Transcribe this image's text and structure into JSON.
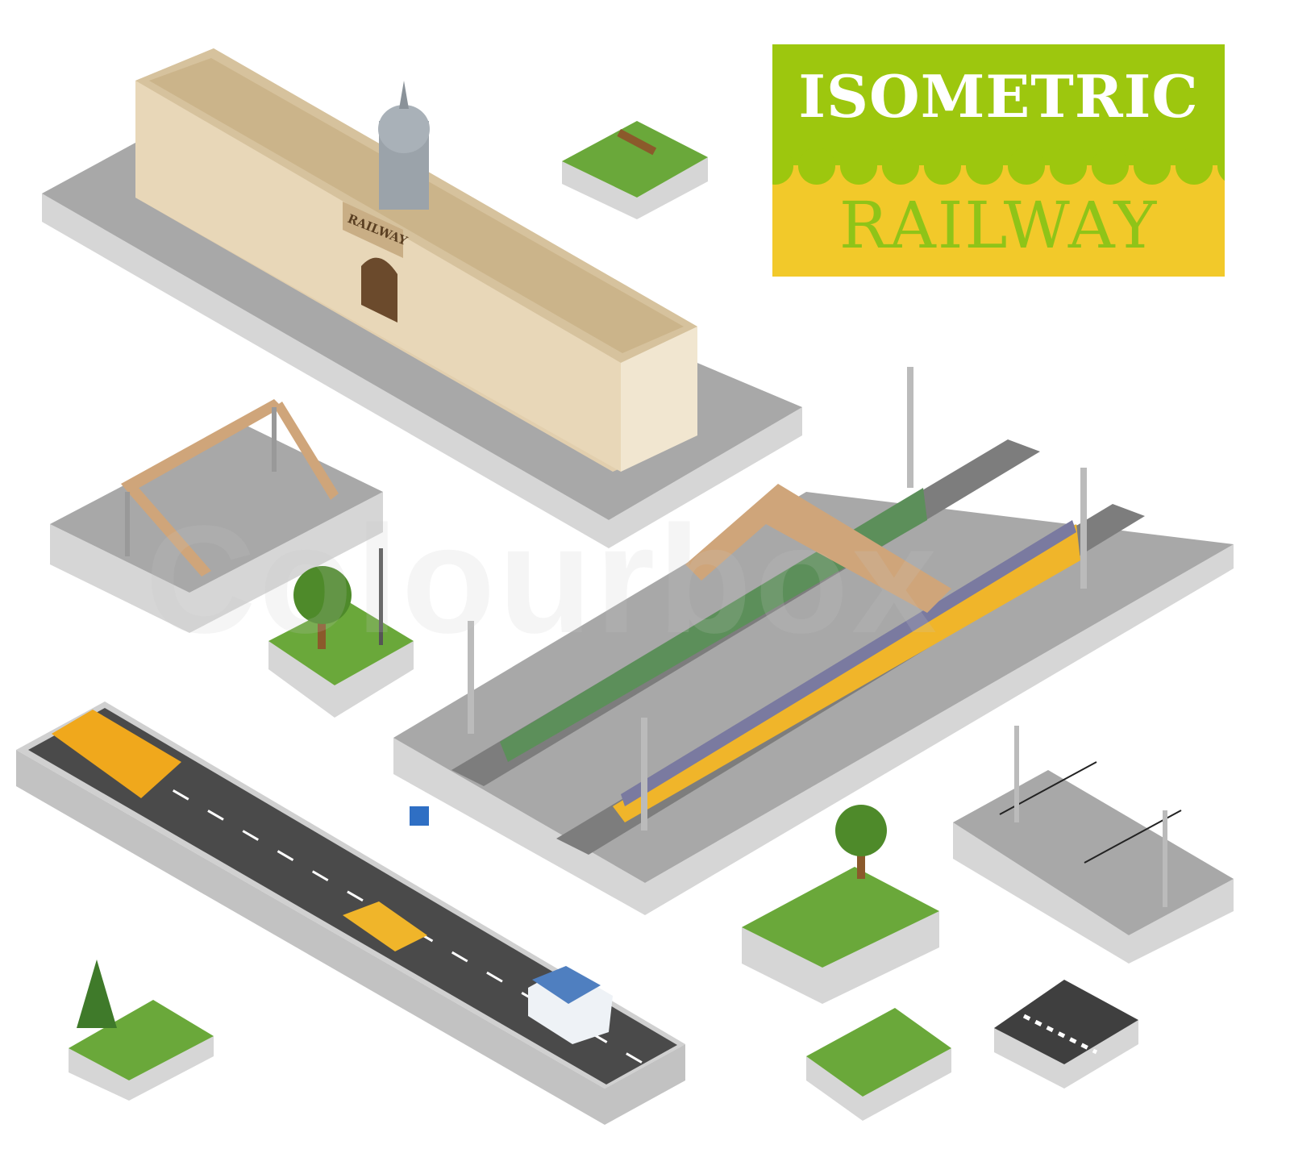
{
  "banner": {
    "line1": "ISOMETRIC",
    "line2": "RAILWAY",
    "colors": {
      "green": "#9dc70e",
      "yellow": "#f2c92a",
      "text_green": "#8fc418"
    }
  },
  "station": {
    "sign": "RAILWAY"
  },
  "watermark": "Colourbox",
  "colors": {
    "slab_top": "#a8a8a8",
    "slab_side": "#d6d6d6",
    "grass": "#6aa83a",
    "building": "#e2cfae",
    "road": "#4a4a4a"
  }
}
